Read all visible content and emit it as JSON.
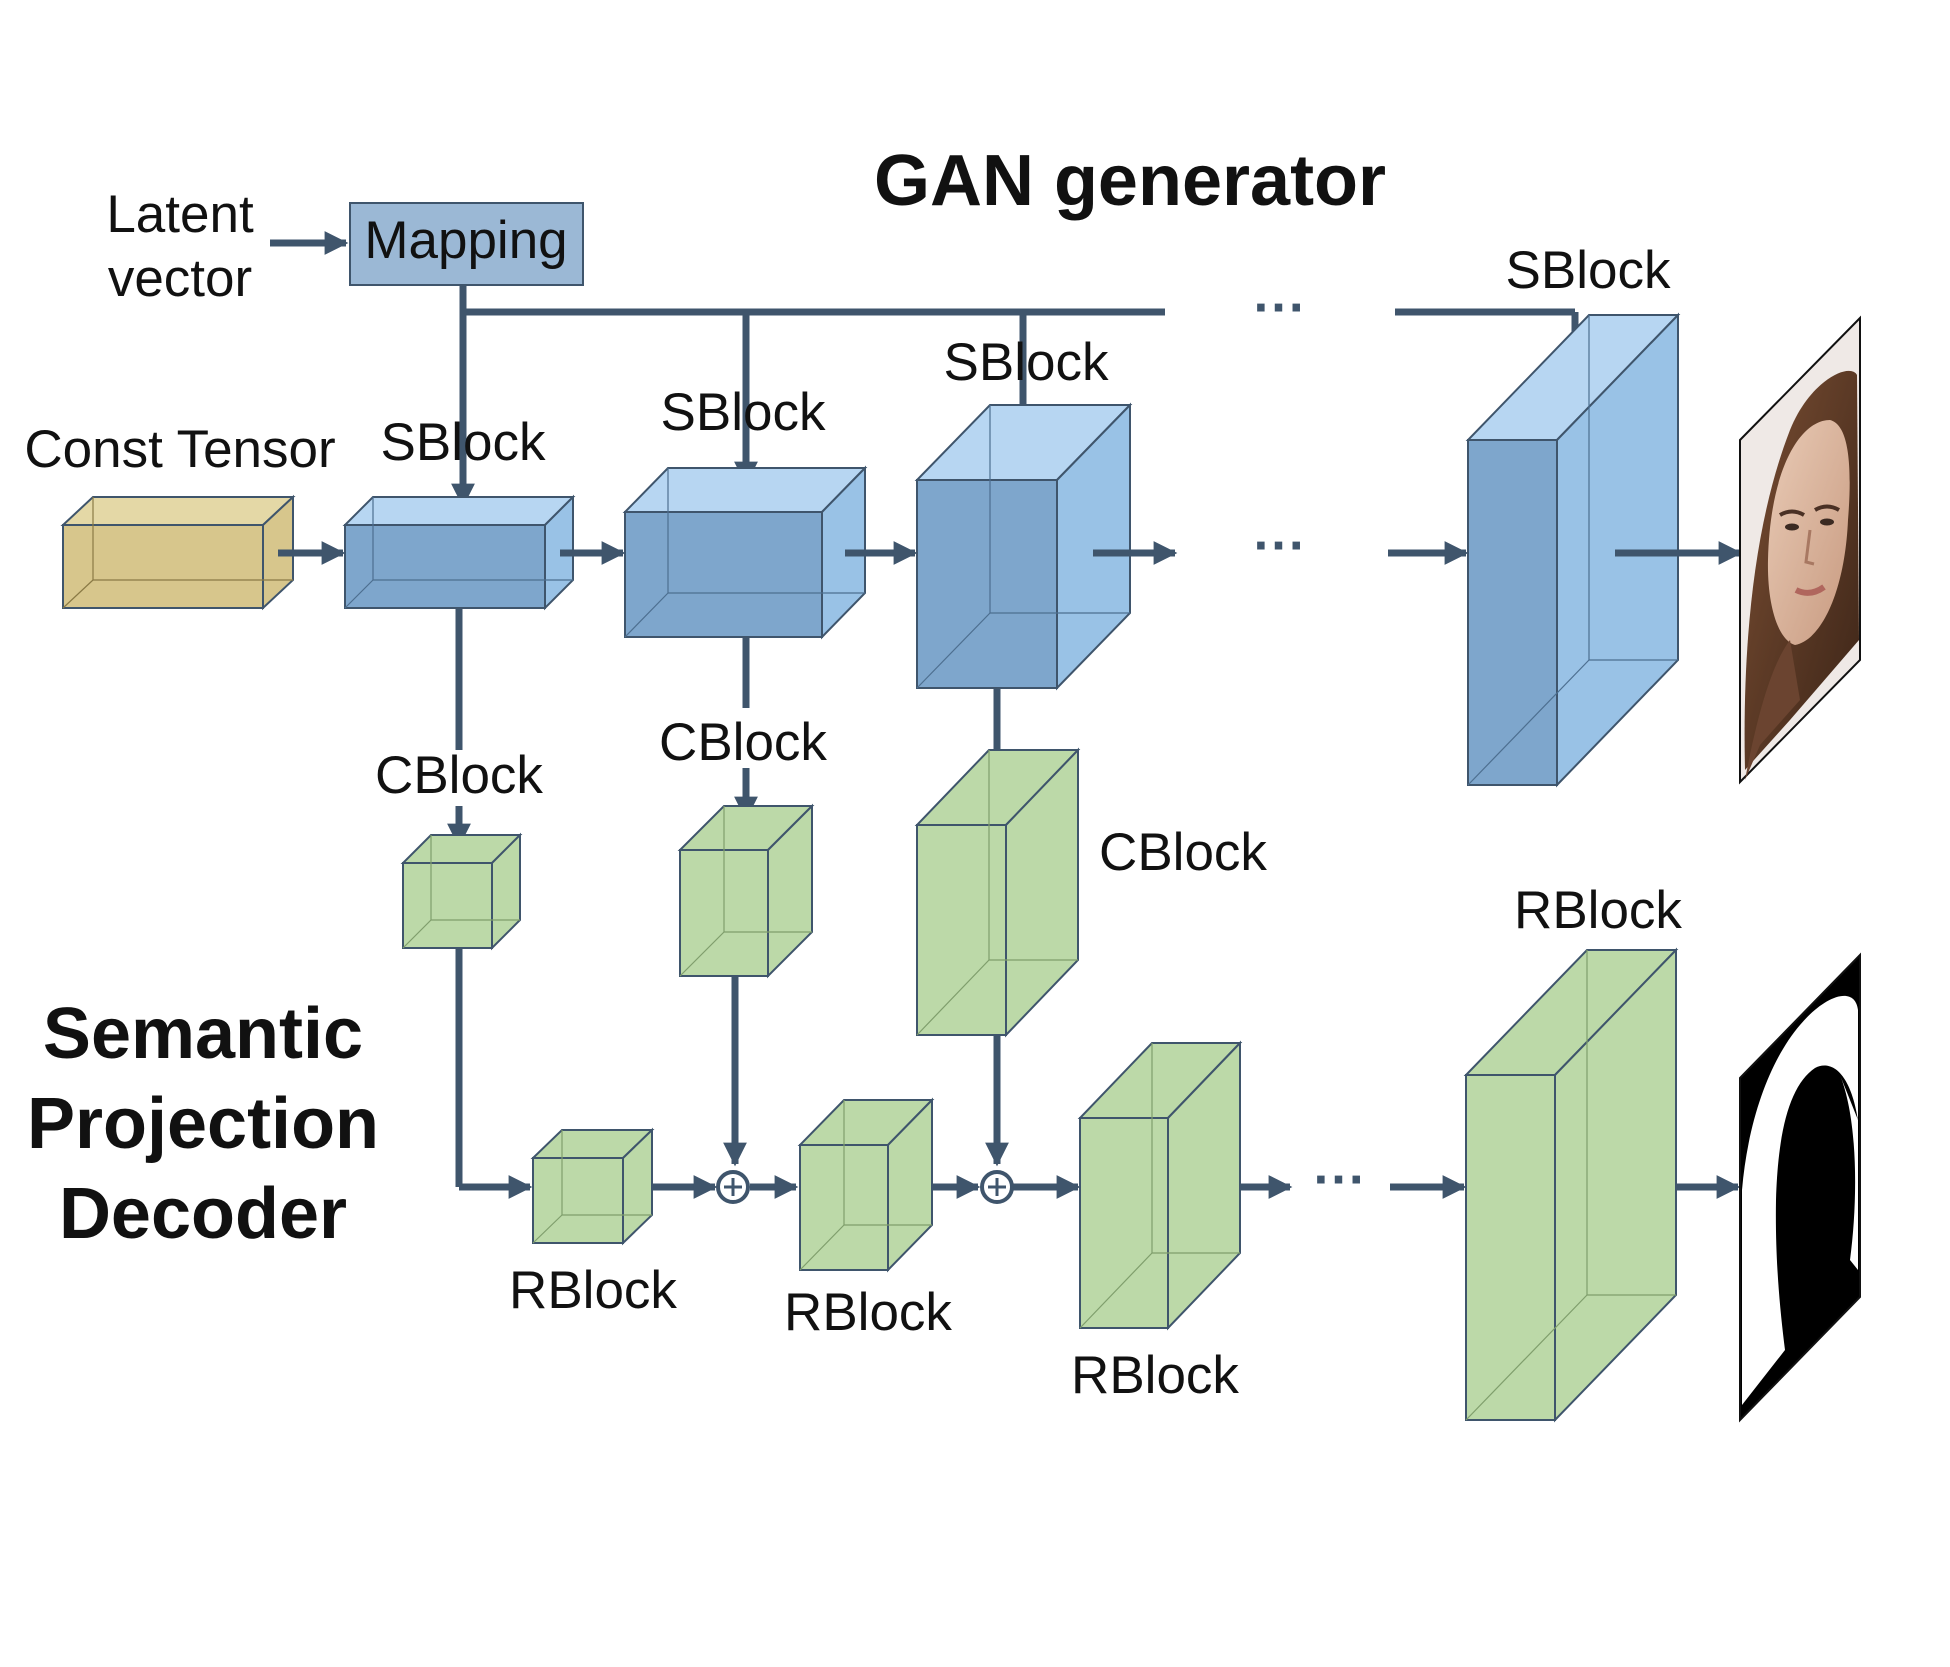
{
  "title_generator": "GAN generator",
  "title_decoder": [
    "Semantic",
    "Projection",
    "Decoder"
  ],
  "latent_lines": [
    "Latent",
    "vector"
  ],
  "mapping_label": "Mapping",
  "const_label": "Const Tensor",
  "sblock_label": "SBlock",
  "cblock_label": "CBlock",
  "rblock_label": "RBlock",
  "ellipsis": "···",
  "colors": {
    "arrow": "#3f556c",
    "blue_front": "#7ea6cc",
    "blue_top": "#b7d6f2",
    "blue_side": "#99c2e6",
    "green": "#bcd9a8",
    "tan_front": "#d7c68c",
    "tan_top": "#e4d8a6",
    "mapping_fill": "#9bb8d5"
  },
  "images": {
    "output_face": "face-photo",
    "output_mask": "segmentation-mask"
  }
}
